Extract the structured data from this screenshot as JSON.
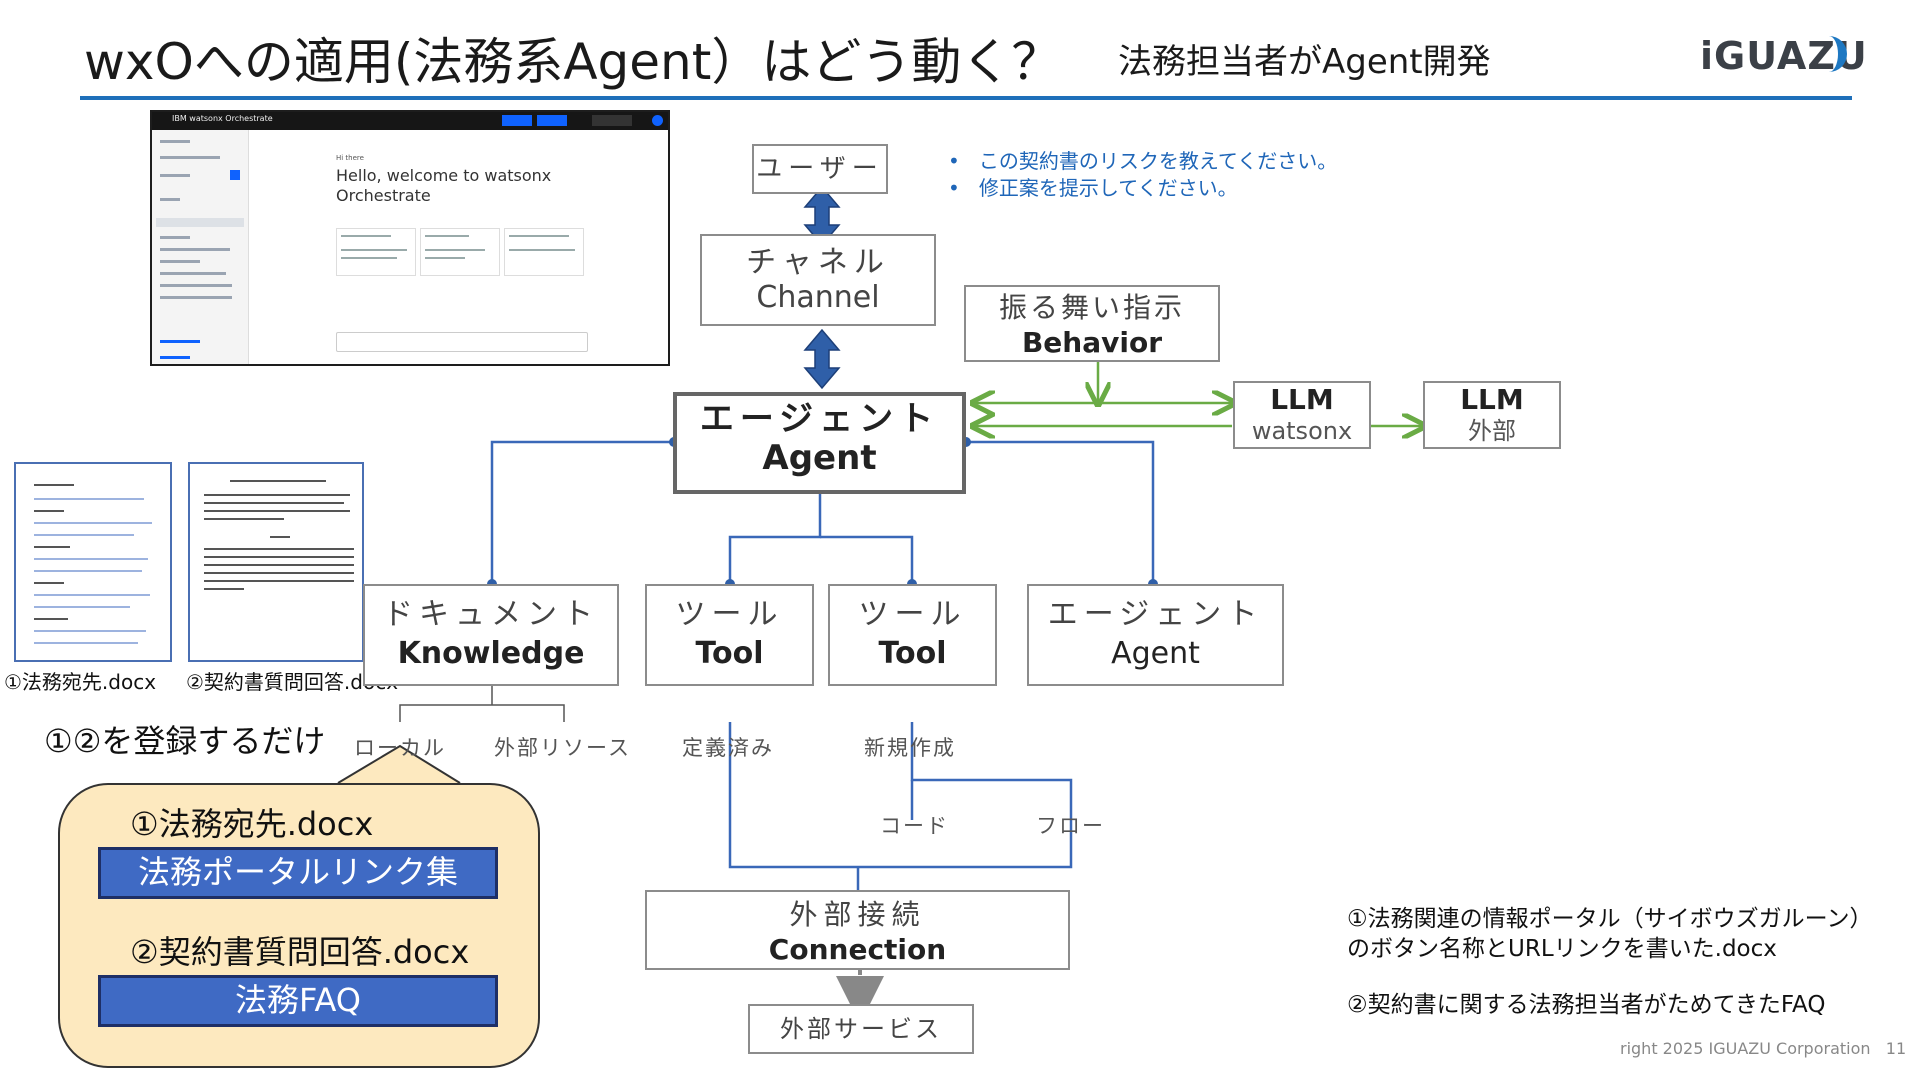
{
  "header": {
    "title": "wxOへの適用(法務系Agent）はどう動く？",
    "subtitle": "法務担当者がAgent開発",
    "logo": "iGUAZU"
  },
  "screenshot": {
    "app_name": "IBM watsonx Orchestrate",
    "greeting_small": "Hi there",
    "greeting": "Hello, welcome to watsonx Orchestrate",
    "colors": {
      "bar": "#161616",
      "accent": "#0f62fe"
    }
  },
  "documents": [
    {
      "caption": "①法務宛先.docx"
    },
    {
      "caption": "②契約書質問回答.docx"
    }
  ],
  "diagram": {
    "user": "ユーザー",
    "channel": {
      "jp": "チャネル",
      "en": "Channel"
    },
    "behavior": {
      "jp": "振る舞い指示",
      "en": "Behavior"
    },
    "agent": {
      "jp": "エージェント",
      "en": "Agent"
    },
    "llm_watsonx": {
      "title": "LLM",
      "sub": "watsonx"
    },
    "llm_external": {
      "title": "LLM",
      "sub": "外部"
    },
    "knowledge": {
      "jp": "ドキュメント",
      "en": "Knowledge"
    },
    "tool1": {
      "jp": "ツール",
      "en": "Tool"
    },
    "tool2": {
      "jp": "ツール",
      "en": "Tool"
    },
    "sub_agent": {
      "jp": "エージェント",
      "en": "Agent"
    },
    "labels": {
      "local": "ローカル",
      "external_resource": "外部リソース",
      "predefined": "定義済み",
      "new": "新規作成",
      "code": "コード",
      "flow": "フロー"
    },
    "connection": {
      "jp": "外部接続",
      "en": "Connection"
    },
    "external_service": "外部サービス",
    "colors": {
      "blue": "#3a68b8",
      "green": "#6aab45",
      "arrow": "#2f5fa8"
    }
  },
  "bullets": [
    "この契約書のリスクを教えてください。",
    "修正案を提示してください。"
  ],
  "callout": {
    "label": "①②を登録するだけ",
    "item1": "①法務宛先.docx",
    "bar1": "法務ポータルリンク集",
    "item2": "②契約書質問回答.docx",
    "bar2": "法務FAQ"
  },
  "notes": [
    "①法務関連の情報ポータル（サイボウズガルーン）",
    "のボタン名称とURLリンクを書いた.docx",
    "②契約書に関する法務担当者がためてきたFAQ"
  ],
  "footer": {
    "copyright": "right 2025 IGUAZU Corporation",
    "page": "11"
  }
}
